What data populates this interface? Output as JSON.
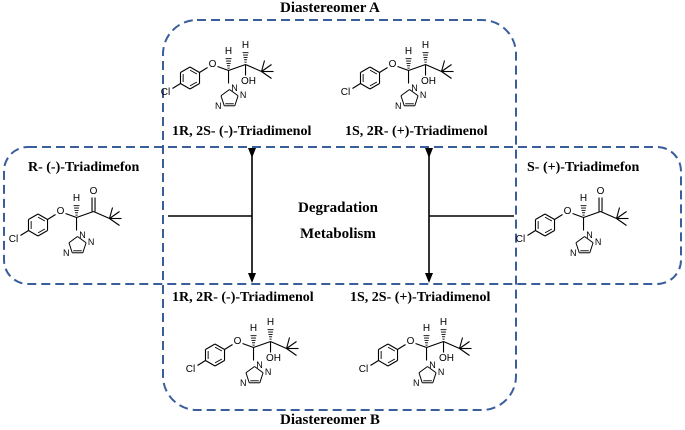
{
  "colors": {
    "frame": "#3a5d9c",
    "ink": "#000000"
  },
  "labels": {
    "diastereomer_a": "Diastereomer A",
    "diastereomer_b": "Diastereomer B",
    "r_triadimefon": "R- (-)-Triadimefon",
    "s_triadimefon": "S- (+)-Triadimefon",
    "a_left": "1R, 2S- (-)-Triadimenol",
    "a_right": "1S, 2R- (+)-Triadimenol",
    "b_left": "1R, 2R- (-)-Triadimenol",
    "b_right": "1S, 2S- (+)-Triadimenol",
    "degradation": "Degradation",
    "metabolism": "Metabolism"
  },
  "atoms": {
    "cl": "Cl",
    "o": "O",
    "h": "H",
    "oh": "OH",
    "n": "N",
    "n_triazole": "N"
  }
}
